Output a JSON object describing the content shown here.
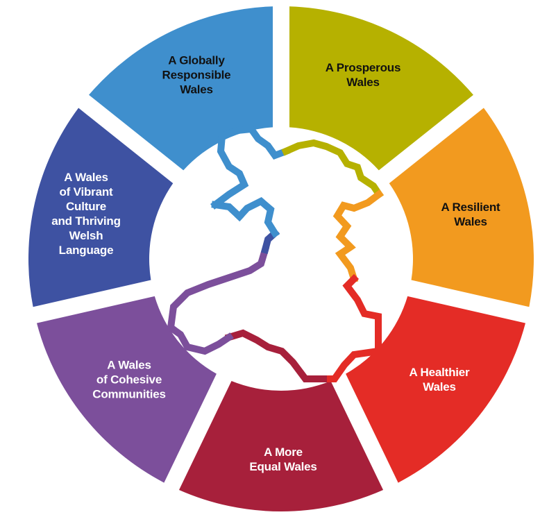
{
  "goals": [
    {
      "label": "A Prosperous\nWales",
      "color": "#b6b100",
      "text_color": "#111111"
    },
    {
      "label": "A Resilient\nWales",
      "color": "#f29a1f",
      "text_color": "#111111"
    },
    {
      "label": "A Healthier\nWales",
      "color": "#e42c26",
      "text_color": "#ffffff"
    },
    {
      "label": "A More\nEqual Wales",
      "color": "#a7203b",
      "text_color": "#ffffff"
    },
    {
      "label": "A Wales\nof Cohesive\nCommunities",
      "color": "#7c4f9b",
      "text_color": "#ffffff"
    },
    {
      "label": "A Wales\nof Vibrant\nCulture\nand Thriving\nWelsh\nLanguage",
      "color": "#3e52a2",
      "text_color": "#ffffff"
    },
    {
      "label": "A Globally\nResponsible\nWales",
      "color": "#3f8fcd",
      "text_color": "#111111"
    }
  ]
}
